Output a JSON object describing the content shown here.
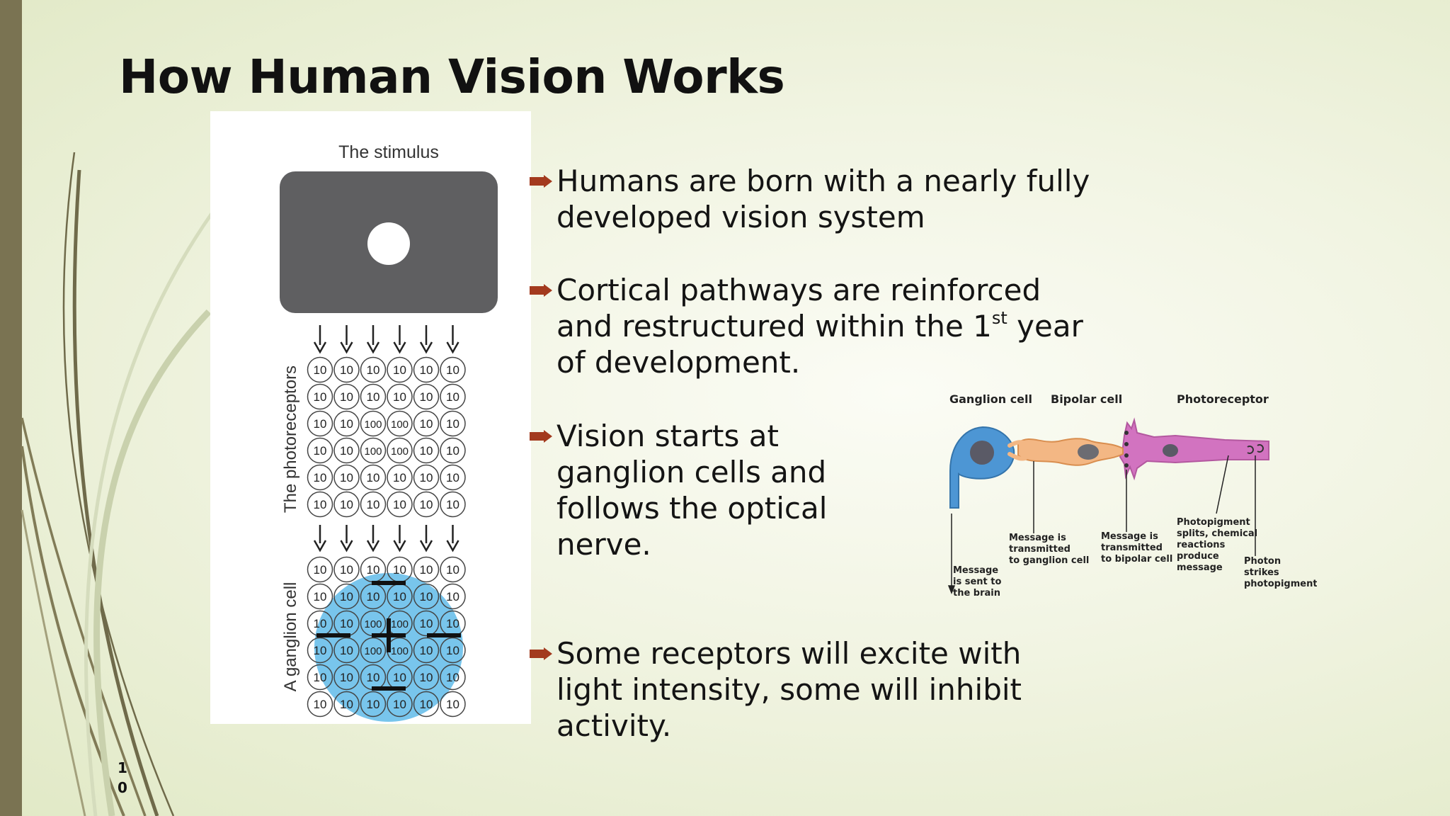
{
  "slide": {
    "title": "How Human Vision Works",
    "page_number": "10",
    "bullets": [
      {
        "text": "Humans are born with a nearly fully developed vision system"
      },
      {
        "text_before": "Cortical pathways are reinforced and restructured within the 1",
        "sup": "st",
        "text_after": " year of development."
      },
      {
        "text": "Vision starts at ganglion cells and follows the optical nerve."
      },
      {
        "text": "Some receptors will excite with light intensity, some will inhibit activity."
      }
    ],
    "colors": {
      "accent_bar": "#7a7352",
      "bullet_arrow": "#a33a1e",
      "stimulus_box": "#5f5f61",
      "receptive_field": "#69bfea",
      "ganglion_cell": "#4d96d4",
      "bipolar_cell": "#f3b784",
      "photoreceptor": "#d273c0"
    }
  },
  "stimulus_figure": {
    "title": "The stimulus",
    "photoreceptors_label": "The photoreceptors",
    "ganglion_label": "A ganglion cell",
    "grid_values": [
      [
        "10",
        "10",
        "10",
        "10",
        "10",
        "10"
      ],
      [
        "10",
        "10",
        "10",
        "10",
        "10",
        "10"
      ],
      [
        "10",
        "10",
        "100",
        "100",
        "10",
        "10"
      ],
      [
        "10",
        "10",
        "100",
        "100",
        "10",
        "10"
      ],
      [
        "10",
        "10",
        "10",
        "10",
        "10",
        "10"
      ],
      [
        "10",
        "10",
        "10",
        "10",
        "10",
        "10"
      ]
    ],
    "center_sign": "+",
    "surround_sign": "−"
  },
  "retina_figure": {
    "labels": {
      "ganglion": "Ganglion cell",
      "bipolar": "Bipolar cell",
      "photoreceptor": "Photoreceptor"
    },
    "captions": [
      [
        "Message",
        "is sent to",
        "the brain"
      ],
      [
        "Message is",
        "transmitted",
        "to ganglion cell"
      ],
      [
        "Message is",
        "transmitted",
        "to bipolar cell"
      ],
      [
        "Photopigment",
        "splits, chemical",
        "reactions",
        "produce",
        "message"
      ],
      [
        "Photon",
        "strikes",
        "photopigment"
      ]
    ]
  }
}
